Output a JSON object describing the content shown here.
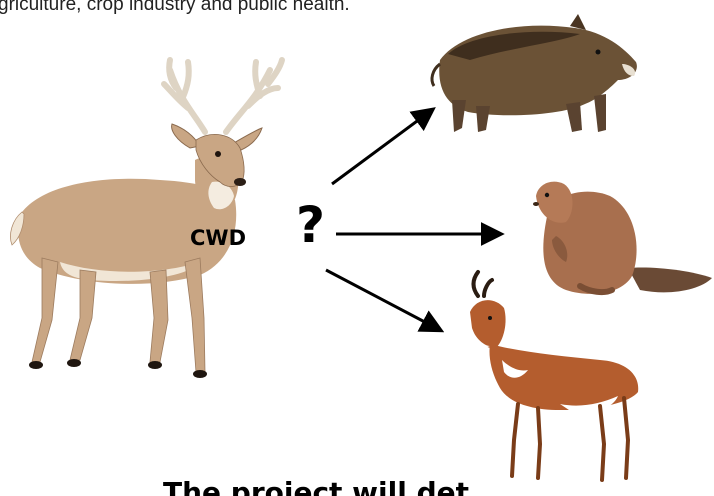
{
  "caption_top": "griculture, crop industry and public health.",
  "center": {
    "disease_label": "CWD",
    "question_mark": "?"
  },
  "caption_bottom": "The project will det",
  "animals": {
    "source": "deer-illustration",
    "targets": [
      "boar-illustration",
      "beaver-illustration",
      "pronghorn-illustration"
    ]
  },
  "colors": {
    "arrow": "#000000",
    "deer_body": "#c9a684",
    "boar_body": "#6b5236",
    "beaver_body": "#a86f4e",
    "pronghorn_body": "#b45d2e"
  }
}
